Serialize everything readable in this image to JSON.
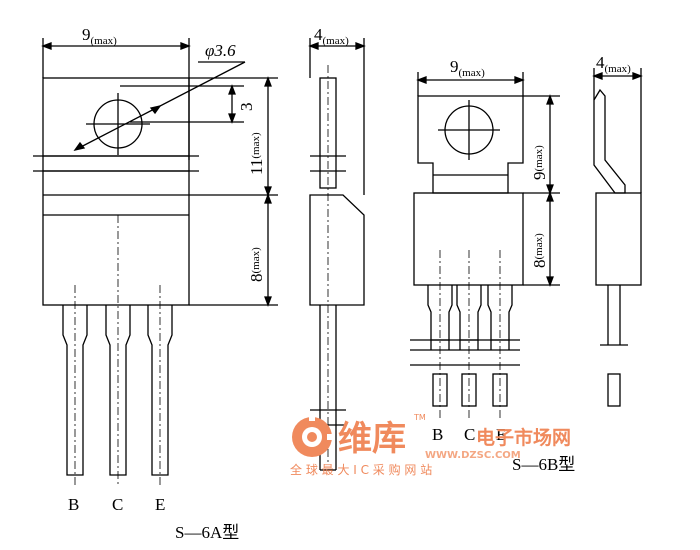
{
  "figure_a": {
    "dim_width": "9",
    "dim_height_tab": "11",
    "dim_height_body": "8",
    "dim_hole_offset": "3",
    "dim_hole_diameter": "φ3.6",
    "dim_side_thickness": "4",
    "max_sub": "(max)",
    "pins": [
      "B",
      "C",
      "E"
    ],
    "caption": "S—6A型"
  },
  "figure_b": {
    "dim_width": "9",
    "dim_height_tab": "9",
    "dim_height_body": "8",
    "dim_side_thickness": "4",
    "max_sub": "(max)",
    "pins": [
      "B",
      "C",
      "E"
    ],
    "caption": "S—6B型"
  },
  "watermark": {
    "brand": "维库",
    "site_cn": "电子市场网",
    "url": "WWW.DZSC.COM",
    "slogan": "全 球 最 大 I C 采 购 网 站",
    "trademark": "TM"
  },
  "colors": {
    "ink": "#000000",
    "watermark": "#f08a5d"
  }
}
